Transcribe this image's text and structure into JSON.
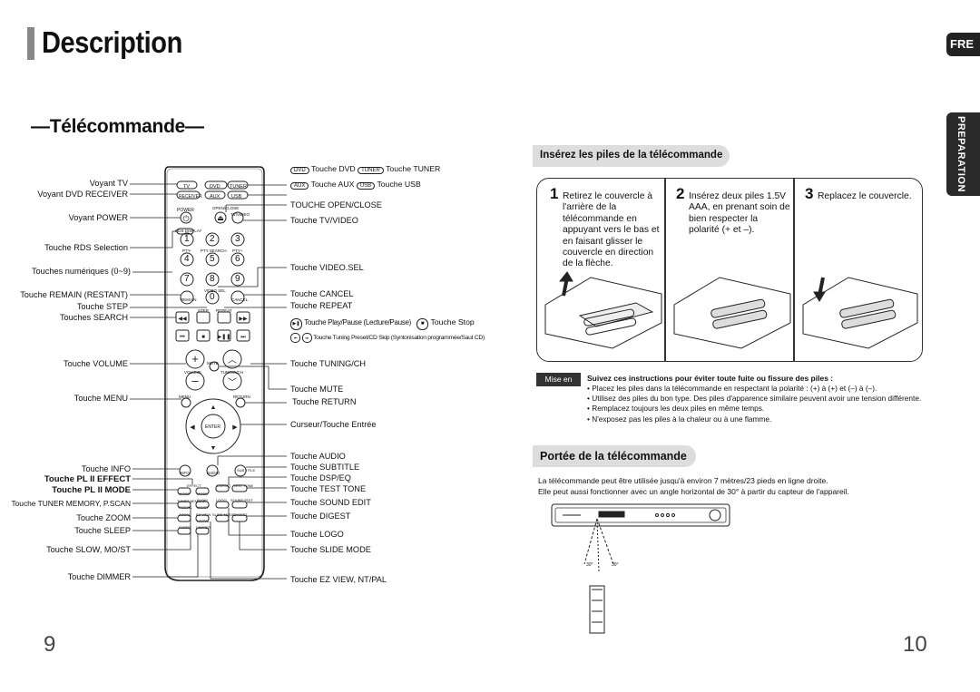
{
  "page_title": "Description",
  "lang_tab": "FRE",
  "section_tab": "PREPARATION",
  "section_heading": "—Télécommande—",
  "remote": {
    "left_labels": [
      "Voyant TV",
      "Voyant DVD RECEIVER",
      "Voyant POWER",
      "Touche RDS Selection",
      "Touches numériques (0~9)",
      "Touche REMAIN (RESTANT)",
      "Touche STEP",
      "Touches  SEARCH",
      "Touche VOLUME",
      "Touche MENU",
      "Touche INFO",
      "Touche  PL II EFFECT",
      "Touche  PL II MODE",
      "Touche TUNER MEMORY, P.SCAN",
      "Touche ZOOM",
      "Touche SLEEP",
      "Touche SLOW, MO/ST",
      "Touche DIMMER"
    ],
    "right_labels": {
      "dvd_tuner_a": "Touche DVD",
      "dvd_tuner_b": "Touche TUNER",
      "aux_usb_a": "Touche AUX",
      "aux_usb_b": "Touche USB",
      "open_close": "TOUCHE OPEN/CLOSE",
      "tv_video": "Touche TV/VIDEO",
      "video_sel": "Touche VIDEO.SEL",
      "cancel": "Touche CANCEL",
      "repeat": "Touche REPEAT",
      "play_pause": "Touche Play/Pause (Lecture/Pause)",
      "stop": "Touche Stop",
      "tuning_preset": "Touche Tuning Preset/CD Skip (Syntonisation programmée/Saut CD)",
      "tuning_ch": "Touche TUNING/CH",
      "mute": "Touche MUTE",
      "return": "Touche RETURN",
      "cursor": "Curseur/Touche Entrée",
      "audio": "Touche AUDIO",
      "subtitle": "Touche SUBTITLE",
      "dsp_eq": "Touche DSP/EQ",
      "test_tone": "Touche TEST TONE",
      "sound_edit": "Touche SOUND EDIT",
      "digest": "Touche DIGEST",
      "logo": "Touche LOGO",
      "slide_mode": "Touche SLIDE MODE",
      "ez_view": "Touche EZ VIEW, NT/PAL"
    },
    "badges": {
      "dvd": "DVD",
      "tuner": "TUNER",
      "aux": "AUX",
      "usb": "USB"
    },
    "keys": {
      "tv": "TV",
      "dvd": "DVD",
      "tuner": "TUNER",
      "receiver": "RECEIVER",
      "aux": "AUX",
      "usb": "USB",
      "power": "POWER",
      "open_close": "OPEN/CLOSE",
      "tv_video": "TV/VIDEO",
      "rds_display": "RDS DISPLAY",
      "pty_minus": "PTY-",
      "pty_search": "PTY SEARCH",
      "pty_plus": "PTY+",
      "video_sel": "VIDEO SEL",
      "remain": "REMAIN",
      "cancel": "CANCEL",
      "step": "STEP",
      "repeat": "REPEAT",
      "d1": "1",
      "d2": "2",
      "d3": "3",
      "d4": "4",
      "d5": "5",
      "d6": "6",
      "d7": "7",
      "d8": "8",
      "d9": "9",
      "d0": "0",
      "mute": "MUTE",
      "volume": "VOLUME",
      "tuning_ch": "TUNING/CH",
      "menu": "MENU",
      "return": "RETURN",
      "enter": "ENTER",
      "info": "INFO",
      "audio": "AUDIO",
      "sub_title": "SUB TITLE",
      "effect": "EFFECT",
      "dsp_eq": "DSP/EQ",
      "test_tone": "TEST TONE",
      "mode": "MODE",
      "mode_sub": "MODE",
      "slow": "SLOW",
      "logo": "LOGO",
      "sound_edit": "SOUND EDIT",
      "tuner_memory": "TUNER MEMORY",
      "pscan": "P.SCAN",
      "mo_st": "MO/ST",
      "zoom": "ZOOM",
      "ez_view": "EZ VIEW",
      "slide_mode": "SLIDE MODE",
      "digest": "DIGEST",
      "nt_pal": "NT/PAL",
      "sleep": "SLEEP",
      "dimmer": "DIMMER"
    }
  },
  "batteries": {
    "heading": "Insérez les piles de la télécommande",
    "steps": [
      {
        "num": "1",
        "text": "Retirez le couvercle à l'arrière de la télécommande en appuyant vers le bas et en faisant glisser le couvercle en direction de la flèche."
      },
      {
        "num": "2",
        "text": "Insérez deux piles 1.5V AAA, en prenant soin de bien respecter la polarité (+ et –)."
      },
      {
        "num": "3",
        "text": "Replacez le couvercle."
      }
    ]
  },
  "note": {
    "tag": "Mise en garde",
    "title": "Suivez ces instructions pour éviter toute fuite ou fissure des piles  :",
    "items": [
      "Placez les piles dans la télécommande en respectant la polarité : (+) à (+) et (–) à (–).",
      "Utilisez des piles du bon type. Des piles d'apparence similaire peuvent avoir une tension différente.",
      "Remplacez toujours les deux piles en même temps.",
      "N'exposez pas les piles à la chaleur ou à une flamme."
    ]
  },
  "range": {
    "heading": "Portée de la télécommande",
    "line1": "La télécommande peut être utilisée jusqu'à environ 7 mètres/23 pieds en ligne droite.",
    "line2": "Elle peut aussi fonctionner avec un angle horizontal de 30° à partir du capteur de l'appareil.",
    "angle_left": "30°",
    "angle_right": "30°"
  },
  "page_left": "9",
  "page_right": "10"
}
